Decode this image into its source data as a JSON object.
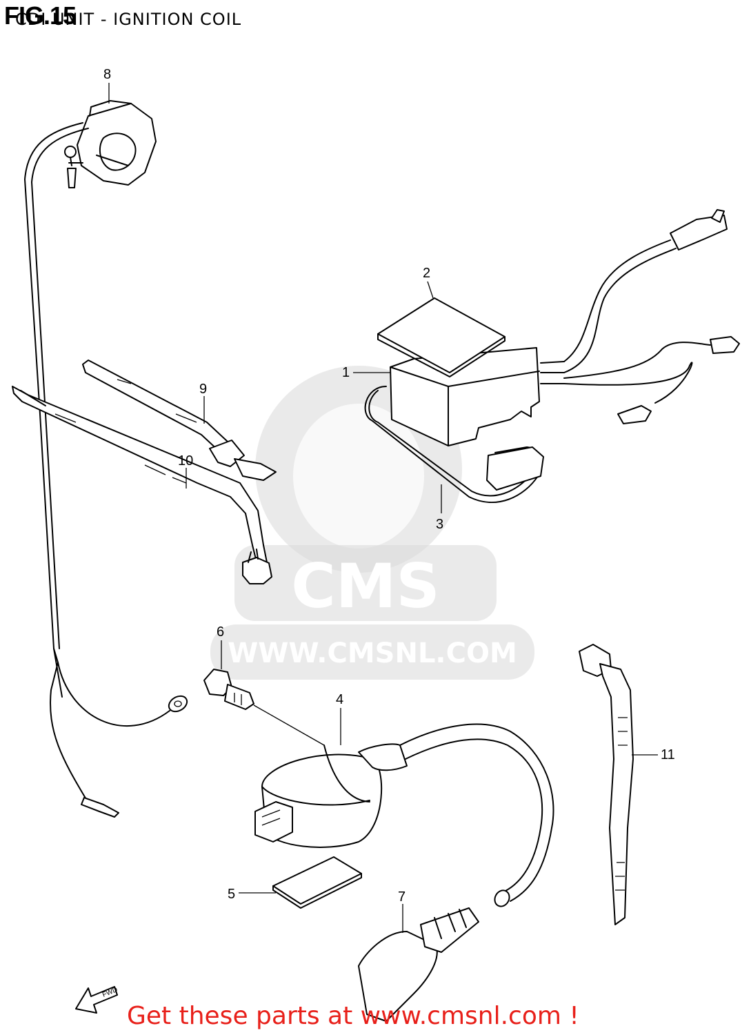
{
  "figure": {
    "number": "FIG.15",
    "title": "CDI UNIT - IGNITION COIL"
  },
  "watermark": {
    "brand": "CMS",
    "url": "WWW.CMSNL.COM"
  },
  "callouts": [
    "1",
    "2",
    "3",
    "4",
    "5",
    "6",
    "7",
    "8",
    "9",
    "10",
    "11"
  ],
  "direction_arrow": "FWD",
  "footer": {
    "text": "Get these parts at www.cmsnl.com !",
    "color": "#e8201a"
  }
}
